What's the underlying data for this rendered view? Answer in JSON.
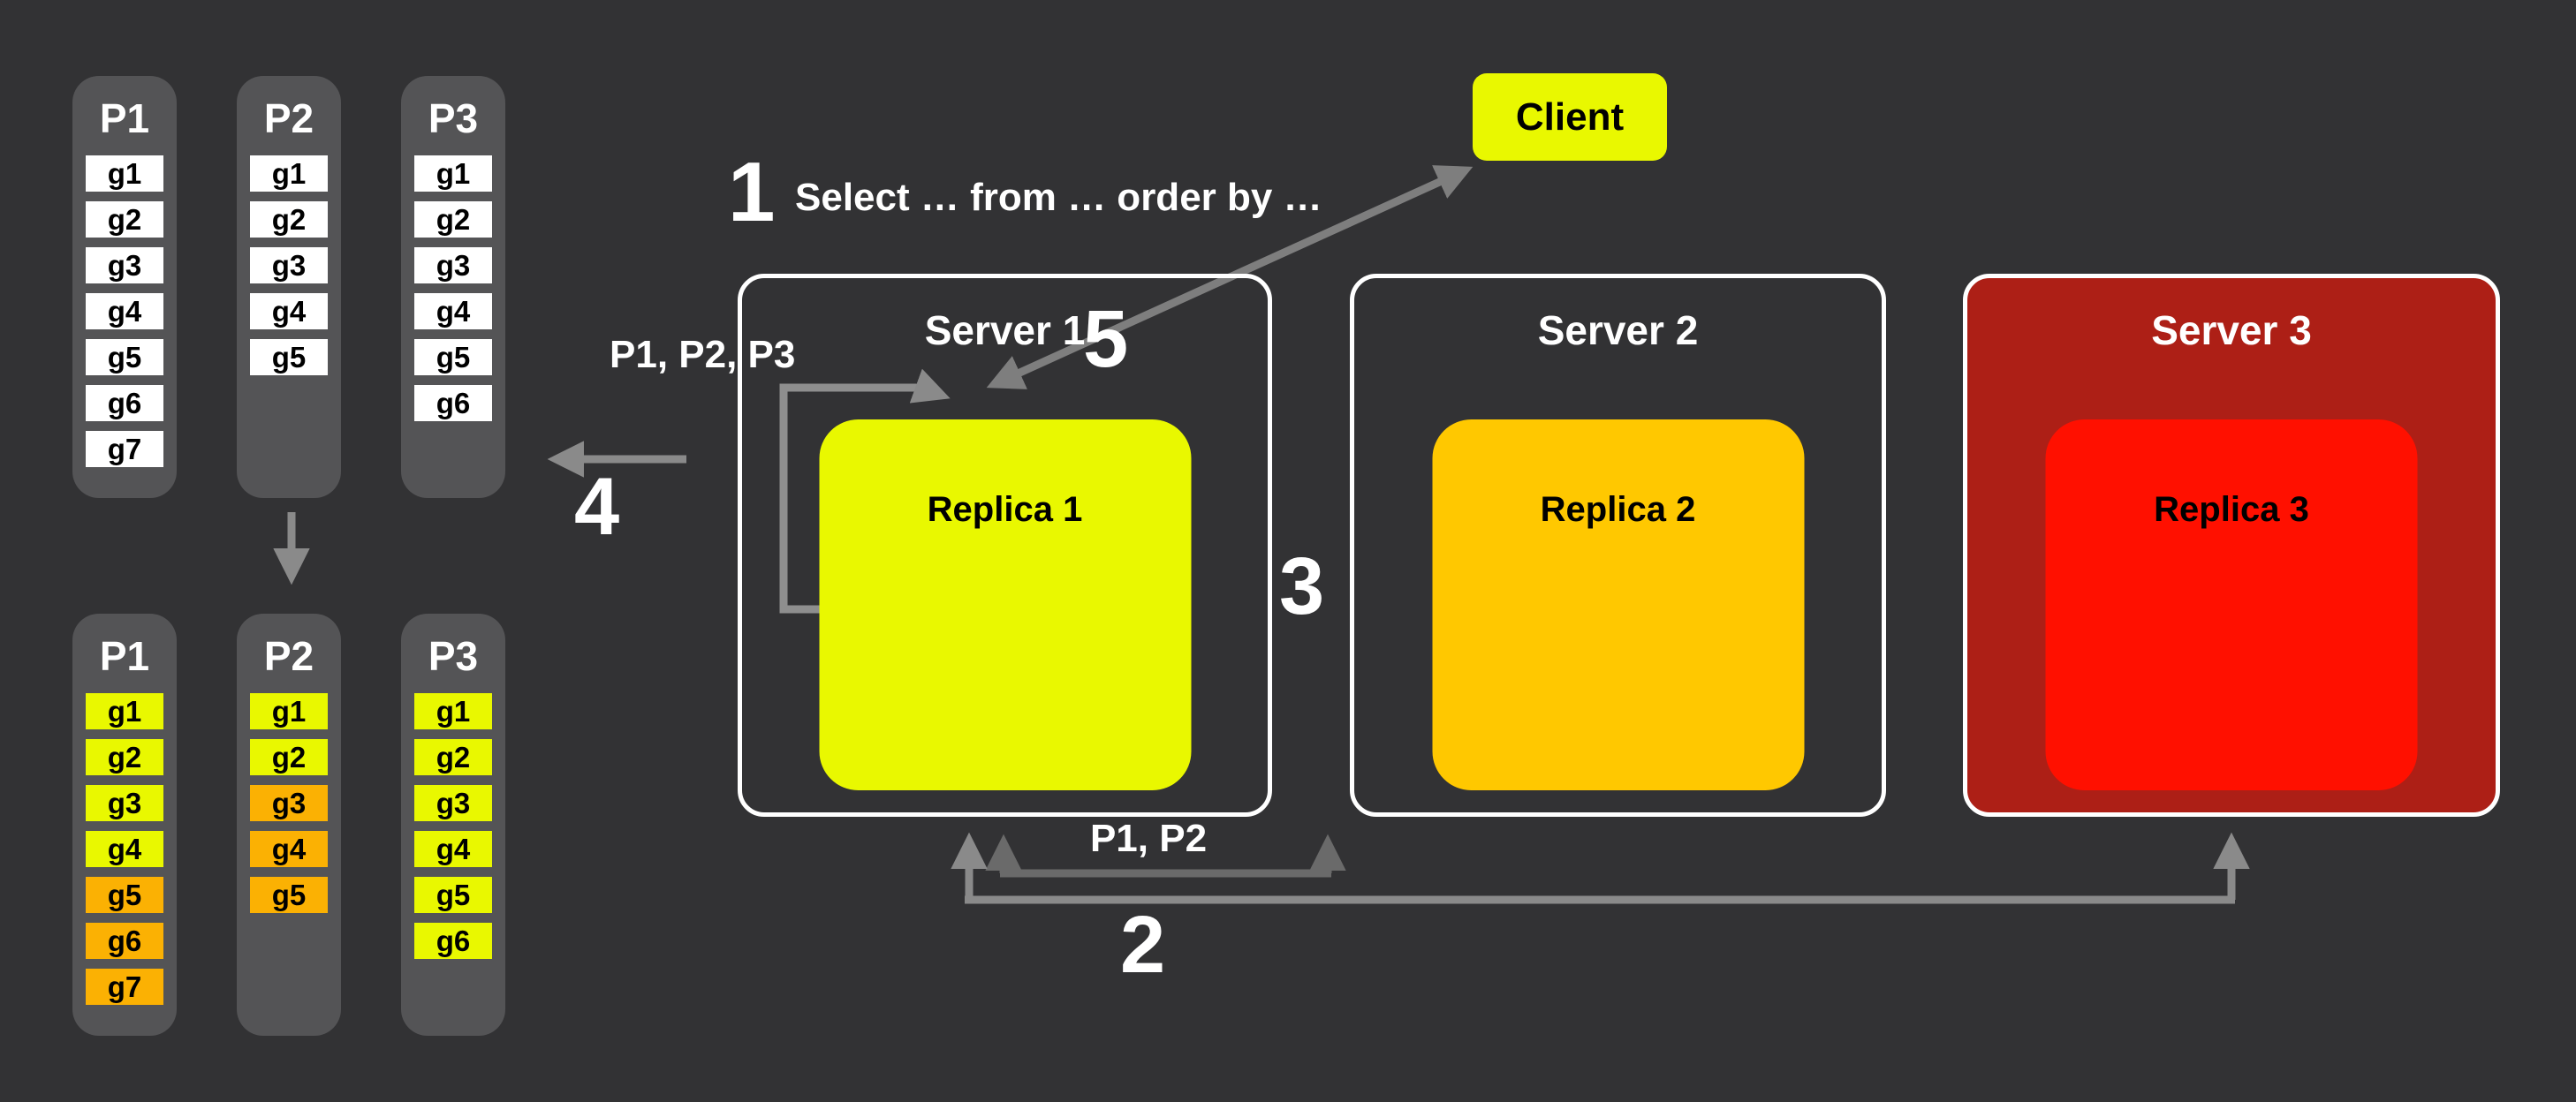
{
  "client": {
    "label": "Client"
  },
  "query": {
    "number": "1",
    "text": "Select … from … order by …"
  },
  "steps": {
    "two": "2",
    "three": "3",
    "four": "4",
    "five": "5"
  },
  "labels": {
    "route_partitions": "P1, P2, P3",
    "sync_partitions": "P1, P2"
  },
  "servers": [
    {
      "name": "Server 1",
      "replica": "Replica 1"
    },
    {
      "name": "Server 2",
      "replica": "Replica 2"
    },
    {
      "name": "Server 3",
      "replica": "Replica 3"
    }
  ],
  "partitions": {
    "before": {
      "columns": [
        {
          "label": "P1",
          "cells": [
            {
              "label": "g1",
              "color": "white"
            },
            {
              "label": "g2",
              "color": "white"
            },
            {
              "label": "g3",
              "color": "white"
            },
            {
              "label": "g4",
              "color": "white"
            },
            {
              "label": "g5",
              "color": "white"
            },
            {
              "label": "g6",
              "color": "white"
            },
            {
              "label": "g7",
              "color": "white"
            }
          ]
        },
        {
          "label": "P2",
          "cells": [
            {
              "label": "g1",
              "color": "white"
            },
            {
              "label": "g2",
              "color": "white"
            },
            {
              "label": "g3",
              "color": "white"
            },
            {
              "label": "g4",
              "color": "white"
            },
            {
              "label": "g5",
              "color": "white"
            }
          ]
        },
        {
          "label": "P3",
          "cells": [
            {
              "label": "g1",
              "color": "white"
            },
            {
              "label": "g2",
              "color": "white"
            },
            {
              "label": "g3",
              "color": "white"
            },
            {
              "label": "g4",
              "color": "white"
            },
            {
              "label": "g5",
              "color": "white"
            },
            {
              "label": "g6",
              "color": "white"
            }
          ]
        }
      ]
    },
    "after": {
      "columns": [
        {
          "label": "P1",
          "cells": [
            {
              "label": "g1",
              "color": "yellow"
            },
            {
              "label": "g2",
              "color": "yellow"
            },
            {
              "label": "g3",
              "color": "yellow"
            },
            {
              "label": "g4",
              "color": "yellow"
            },
            {
              "label": "g5",
              "color": "orange"
            },
            {
              "label": "g6",
              "color": "orange"
            },
            {
              "label": "g7",
              "color": "orange"
            }
          ]
        },
        {
          "label": "P2",
          "cells": [
            {
              "label": "g1",
              "color": "yellow"
            },
            {
              "label": "g2",
              "color": "yellow"
            },
            {
              "label": "g3",
              "color": "orange"
            },
            {
              "label": "g4",
              "color": "orange"
            },
            {
              "label": "g5",
              "color": "orange"
            }
          ]
        },
        {
          "label": "P3",
          "cells": [
            {
              "label": "g1",
              "color": "yellow"
            },
            {
              "label": "g2",
              "color": "yellow"
            },
            {
              "label": "g3",
              "color": "yellow"
            },
            {
              "label": "g4",
              "color": "yellow"
            },
            {
              "label": "g5",
              "color": "yellow"
            },
            {
              "label": "g6",
              "color": "yellow"
            }
          ]
        }
      ]
    }
  },
  "colors": {
    "background": "#323234",
    "column_gray": "#545456",
    "yellow": "#e9f800",
    "amber": "#ffc800",
    "orange": "#fbb103",
    "bright_red": "#ff1000",
    "dark_red": "#ad1f16",
    "arrow_gray": "#8a8a8a",
    "arrow_dark": "#6a6a6a",
    "white": "#ffffff"
  }
}
